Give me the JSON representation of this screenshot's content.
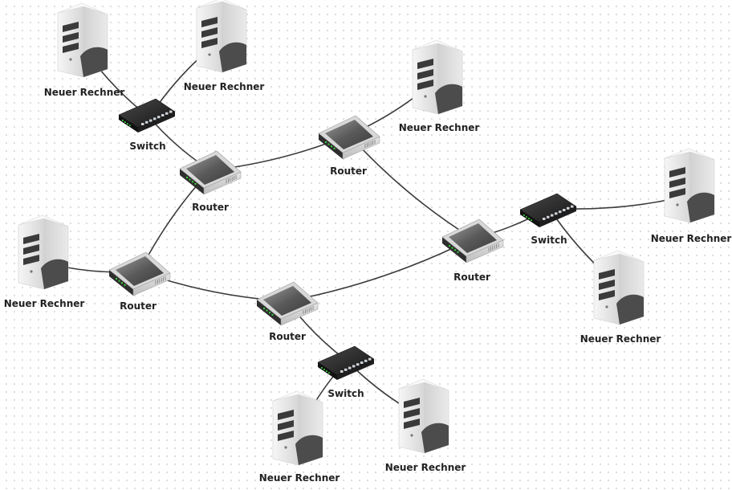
{
  "diagram": {
    "nodes": [
      {
        "id": "pc1",
        "type": "server",
        "label": "Neuer Rechner"
      },
      {
        "id": "pc2",
        "type": "server",
        "label": "Neuer Rechner"
      },
      {
        "id": "sw1",
        "type": "switch",
        "label": "Switch"
      },
      {
        "id": "r1",
        "type": "router",
        "label": "Router"
      },
      {
        "id": "r2",
        "type": "router",
        "label": "Router"
      },
      {
        "id": "pc3",
        "type": "server",
        "label": "Neuer Rechner"
      },
      {
        "id": "r3",
        "type": "router",
        "label": "Router"
      },
      {
        "id": "sw2",
        "type": "switch",
        "label": "Switch"
      },
      {
        "id": "pc4",
        "type": "server",
        "label": "Neuer Rechner"
      },
      {
        "id": "pc5",
        "type": "server",
        "label": "Neuer Rechner"
      },
      {
        "id": "r4",
        "type": "router",
        "label": "Router"
      },
      {
        "id": "pc6",
        "type": "server",
        "label": "Neuer Rechner"
      },
      {
        "id": "r5",
        "type": "router",
        "label": "Router"
      },
      {
        "id": "sw3",
        "type": "switch",
        "label": "Switch"
      },
      {
        "id": "pc7",
        "type": "server",
        "label": "Neuer Rechner"
      },
      {
        "id": "pc8",
        "type": "server",
        "label": "Neuer Rechner"
      }
    ],
    "edges": [
      [
        "pc1",
        "sw1"
      ],
      [
        "pc2",
        "sw1"
      ],
      [
        "sw1",
        "r1"
      ],
      [
        "r1",
        "r2"
      ],
      [
        "r2",
        "pc3"
      ],
      [
        "r2",
        "r3"
      ],
      [
        "r3",
        "sw2"
      ],
      [
        "sw2",
        "pc4"
      ],
      [
        "sw2",
        "pc5"
      ],
      [
        "r1",
        "r4"
      ],
      [
        "pc6",
        "r4"
      ],
      [
        "r4",
        "r5"
      ],
      [
        "r5",
        "r3"
      ],
      [
        "r5",
        "sw3"
      ],
      [
        "sw3",
        "pc7"
      ],
      [
        "sw3",
        "pc8"
      ]
    ]
  }
}
